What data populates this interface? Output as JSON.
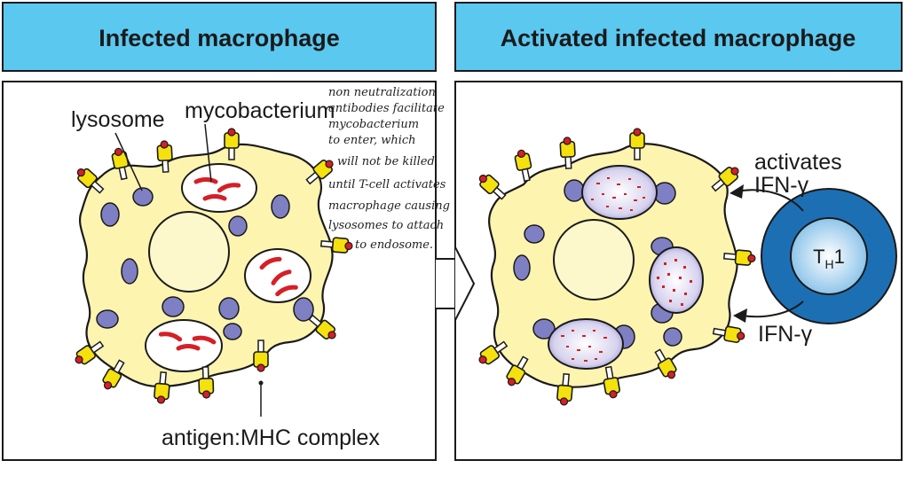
{
  "panels": {
    "left": {
      "title": "Infected macrophage"
    },
    "right": {
      "title": "Activated infected macrophage"
    }
  },
  "labels": {
    "lysosome": "lysosome",
    "mycobacterium": "mycobacterium",
    "antigen_mhc": "antigen:MHC complex",
    "activates": "activates",
    "ifn_top": "IFN-γ",
    "ifn_bottom": "IFN-γ",
    "th1_main": "T",
    "th1_sub": "H",
    "th1_suffix": "1"
  },
  "handwritten_note": [
    "non neutralization",
    "antibodies facilitate",
    "mycobacterium",
    "to enter, which",
    "will not be killed",
    "until T-cell activates",
    "macrophage causing",
    "lysosomes to attach",
    "to endosome."
  ],
  "colors": {
    "header_fill": "#5bc8f0",
    "cell_fill": "#fdf4b0",
    "nucleus_fill": "#fdf8cc",
    "lysosome_fill": "#7f7fc4",
    "bacterium": "#d61f26",
    "mhc_yellow": "#f4e10e",
    "th1_blue": "#1d6fb4"
  }
}
